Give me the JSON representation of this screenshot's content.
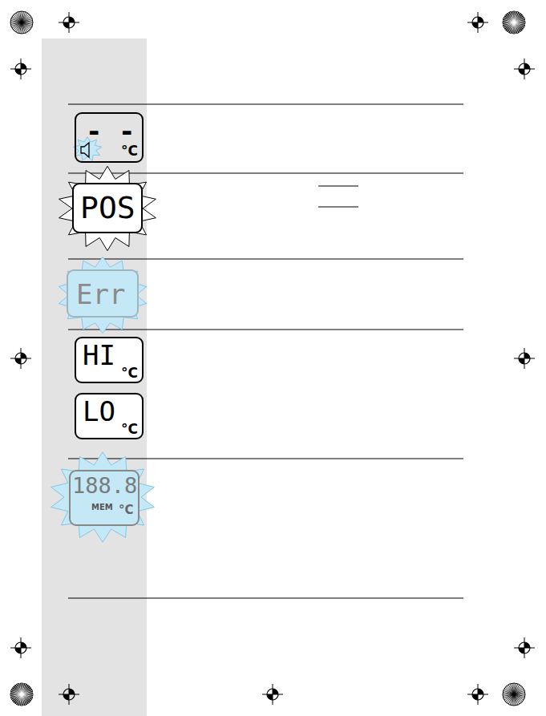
{
  "diagram": {
    "nodes": [
      {
        "text": [
          "- -",
          "°C"
        ]
      },
      {
        "text": [
          "POS"
        ]
      },
      {
        "text": [
          "Err"
        ]
      },
      {
        "text": [
          "HI",
          "°C"
        ]
      },
      {
        "text": [
          "LO",
          "°C"
        ]
      },
      {
        "text": [
          "188.8",
          "MEM",
          "°C"
        ]
      }
    ]
  }
}
